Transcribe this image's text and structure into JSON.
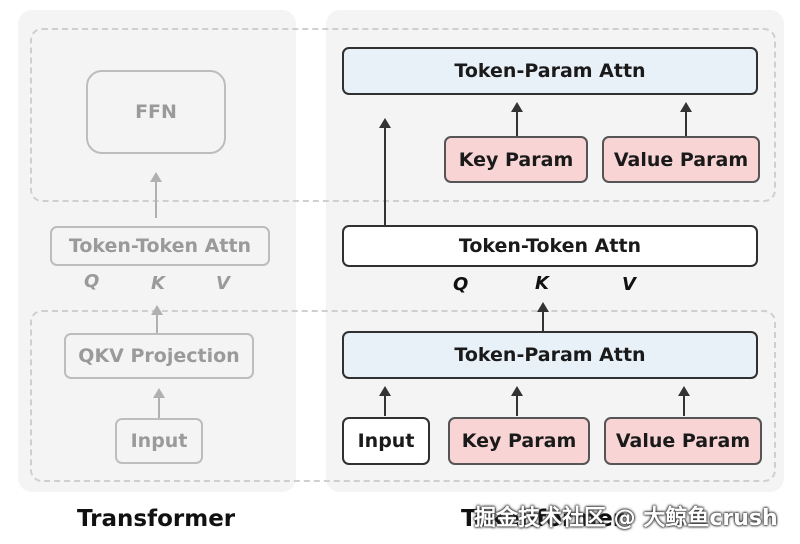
{
  "transformer": {
    "ffn": "FFN",
    "attn": "Token-Token Attn",
    "q": "Q",
    "k": "K",
    "v": "V",
    "projection": "QKV Projection",
    "input": "Input",
    "caption": "Transformer"
  },
  "tokenformer": {
    "top_attn": "Token-Param Attn",
    "top_key": "Key Param",
    "top_value": "Value Param",
    "mid_attn": "Token-Token Attn",
    "q": "Q",
    "k": "K",
    "v": "V",
    "bottom_attn": "Token-Param Attn",
    "input": "Input",
    "bottom_key": "Key Param",
    "bottom_value": "Value Param",
    "caption": "Tokenformer"
  },
  "watermark": "掘金技术社区 @ 大鲸鱼crush",
  "colors": {
    "param_fill": "#f8d4d4",
    "attn_fill": "#e8f0f8",
    "panel": "#f4f4f4"
  }
}
